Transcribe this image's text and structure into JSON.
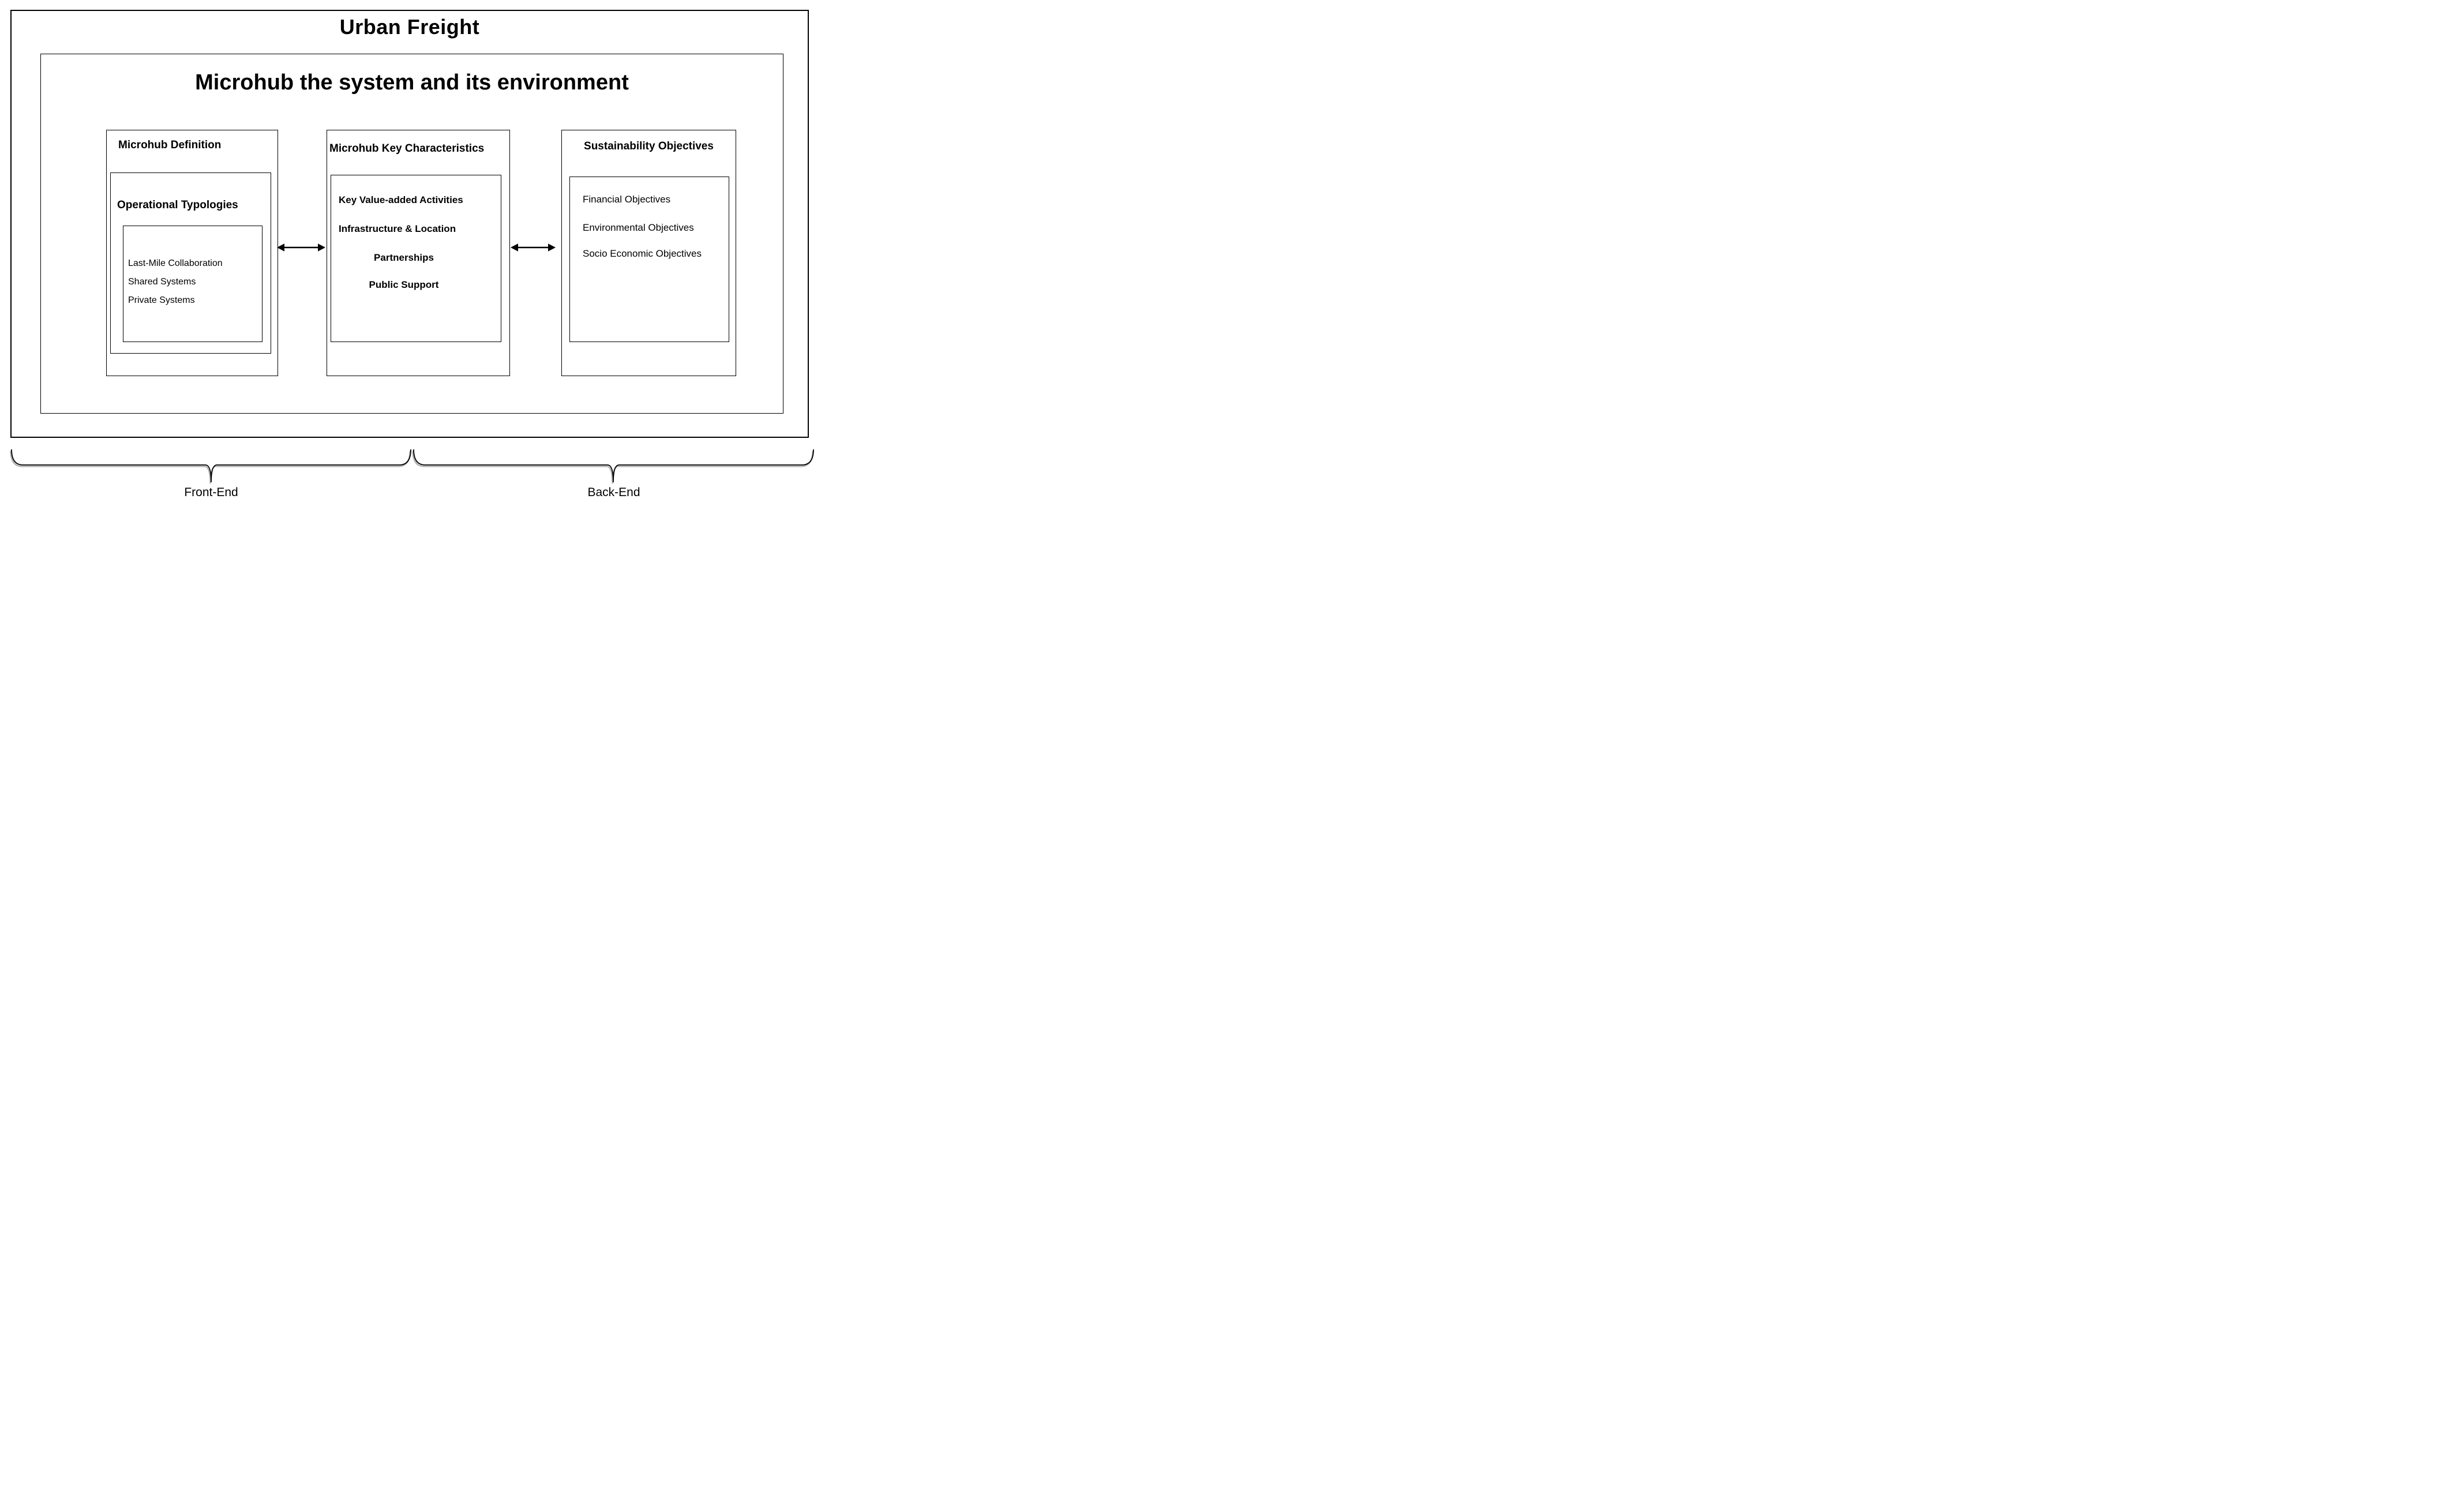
{
  "colors": {
    "ink": "#000000",
    "background": "#ffffff",
    "brace_shadow": "#9a9a9a"
  },
  "titles": {
    "main": "Urban Freight",
    "system": "Microhub the system and its environment"
  },
  "panels": {
    "definition": {
      "header": "Microhub Definition",
      "typologies": {
        "header": "Operational Typologies",
        "items": [
          "Last-Mile Collaboration",
          "Shared Systems",
          "Private Systems"
        ]
      }
    },
    "characteristics": {
      "header": "Microhub Key Characteristics",
      "items": [
        "Key Value-added Activities",
        "Infrastructure & Location",
        "Partnerships",
        "Public Support"
      ]
    },
    "sustainability": {
      "header": "Sustainability Objectives",
      "items": [
        "Financial Objectives",
        "Environmental Objectives",
        "Socio Economic Objectives"
      ]
    }
  },
  "braces": {
    "front_end": "Front-End",
    "back_end": "Back-End"
  }
}
